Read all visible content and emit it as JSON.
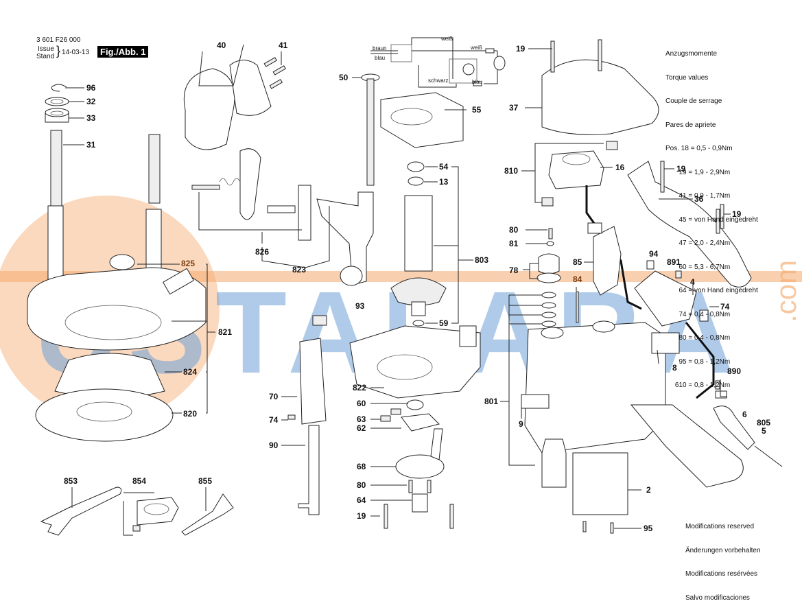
{
  "header": {
    "part_number": "3 601 F26 000",
    "issue_label": "Issue",
    "stand_label": "Stand",
    "date": "14-03-13",
    "figure": "Fig./Abb. 1"
  },
  "torque": {
    "title_lines": [
      "Anzugsmomente",
      "Torque values",
      "Couple de serrage",
      "Pares de apriete"
    ],
    "entries": [
      "Pos. 18 = 0,5 - 0,9Nm",
      "       19 = 1,9 - 2,9Nm",
      "       41 = 0,9 - 1,7Nm",
      "       45 = von Hand eingedreht",
      "       47 = 2,0 - 2,4Nm",
      "       60 = 5,3 - 6,7Nm",
      "       64 = von Hand eingedreht",
      "       74 = 0,4 - 0,8Nm",
      "       80 = 0,4 - 0,8Nm",
      "       95 = 0,8 - 1,2Nm",
      "     610 = 0,8 - 1,2Nm"
    ]
  },
  "wiring": {
    "braun": "braun",
    "blau_left": "blau",
    "weiss_top": "weiß",
    "weiss_right": "weiß",
    "schwarz": "schwarz",
    "blau_right": "blau"
  },
  "footer": {
    "lines": [
      "Modifications reserved",
      "Änderungen vorbehalten",
      "Modifications resérvées",
      "Salvo modificaciones"
    ]
  },
  "watermark": {
    "text": "USTALARA",
    "suffix": ".com"
  },
  "labels": {
    "p96": "96",
    "p32": "32",
    "p33": "33",
    "p31": "31",
    "p40": "40",
    "p41": "41",
    "p50": "50",
    "p55": "55",
    "p19a": "19",
    "p37": "37",
    "p54": "54",
    "p13": "13",
    "p810": "810",
    "p16": "16",
    "p19b": "19",
    "p36": "36",
    "p19c": "19",
    "p826": "826",
    "p823": "823",
    "p825": "825",
    "p821": "821",
    "p824": "824",
    "p820": "820",
    "p803": "803",
    "p93": "93",
    "p59": "59",
    "p80a": "80",
    "p81": "81",
    "p78": "78",
    "p84": "84",
    "p85": "85",
    "p94": "94",
    "p891": "891",
    "p4": "4",
    "p74a": "74",
    "p822": "822",
    "p60": "60",
    "p63": "63",
    "p62": "62",
    "p70": "70",
    "p74b": "74",
    "p90": "90",
    "p68": "68",
    "p80b": "80",
    "p64": "64",
    "p19d": "19",
    "p801": "801",
    "p9": "9",
    "p8": "8",
    "p890": "890",
    "p6": "6",
    "p805": "805",
    "p5": "5",
    "p2": "2",
    "p95": "95",
    "p853": "853",
    "p854": "854",
    "p855": "855"
  }
}
